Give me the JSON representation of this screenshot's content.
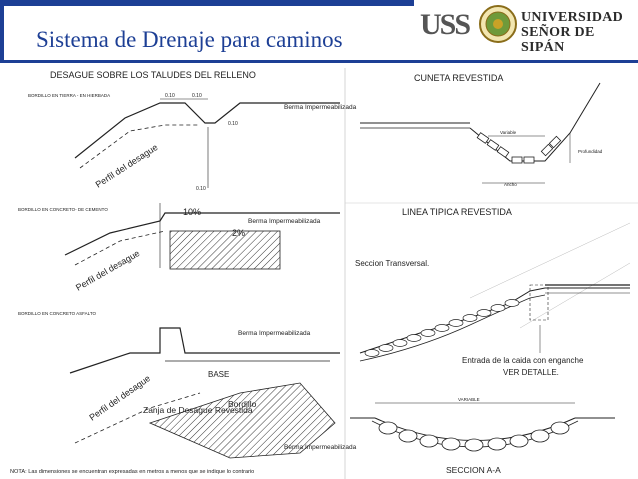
{
  "slide_title": "Sistema de Drenaje para caminos",
  "logo": {
    "mark": "USS",
    "university_line1": "UNIVERSIDAD",
    "university_line2": "SEÑOR DE SIPÁN",
    "seal": "university-seal-icon"
  },
  "left_panel": {
    "heading": "DESAGUE SOBRE LOS TALUDES DEL RELLENO",
    "section1": {
      "label": "BORDILLO EN TIERRA - EN HIERBADA",
      "dim_a": "0.10",
      "dim_b": "0.10",
      "dim_c": "0.10",
      "dim_d": "0.10",
      "berm": "Berma Impermeabilizada",
      "slope": "Perfil del desague"
    },
    "section2": {
      "label": "BORDILLO EN CONCRETO- DE CEMENTO",
      "percent_top": "10%",
      "percent_side": "2%",
      "berm": "Berma Impermeabilizada",
      "slope": "Perfil del desague"
    },
    "section3": {
      "label": "BORDILLO EN CONCRETO ASFALTO",
      "berm_top": "Berma Impermeabilizada",
      "base": "BASE",
      "ditch": "Zanja de Desague Revestida",
      "curb": "Bordillo",
      "berm_bottom": "Berma Impermeabilizada",
      "slope": "Perfil del desague"
    },
    "note": "NOTA: Las dimensiones se encuentran expresadas en metros a menos que se indique lo contrario"
  },
  "right_panel": {
    "cuneta_heading": "CUNETA REVESTIDA",
    "cuneta_variable": "Variable",
    "cuneta_depth": "Profundidad",
    "cuneta_width": "Ancho",
    "linea_heading": "LINEA TIPICA REVESTIDA",
    "seccion_transversal": "Seccion Transversal.",
    "entrada": "Entrada de la caida con enganche",
    "ver_detalle": "VER DETALLE.",
    "variable_label": "VARIABLE",
    "seccion_aa": "SECCION A-A"
  }
}
